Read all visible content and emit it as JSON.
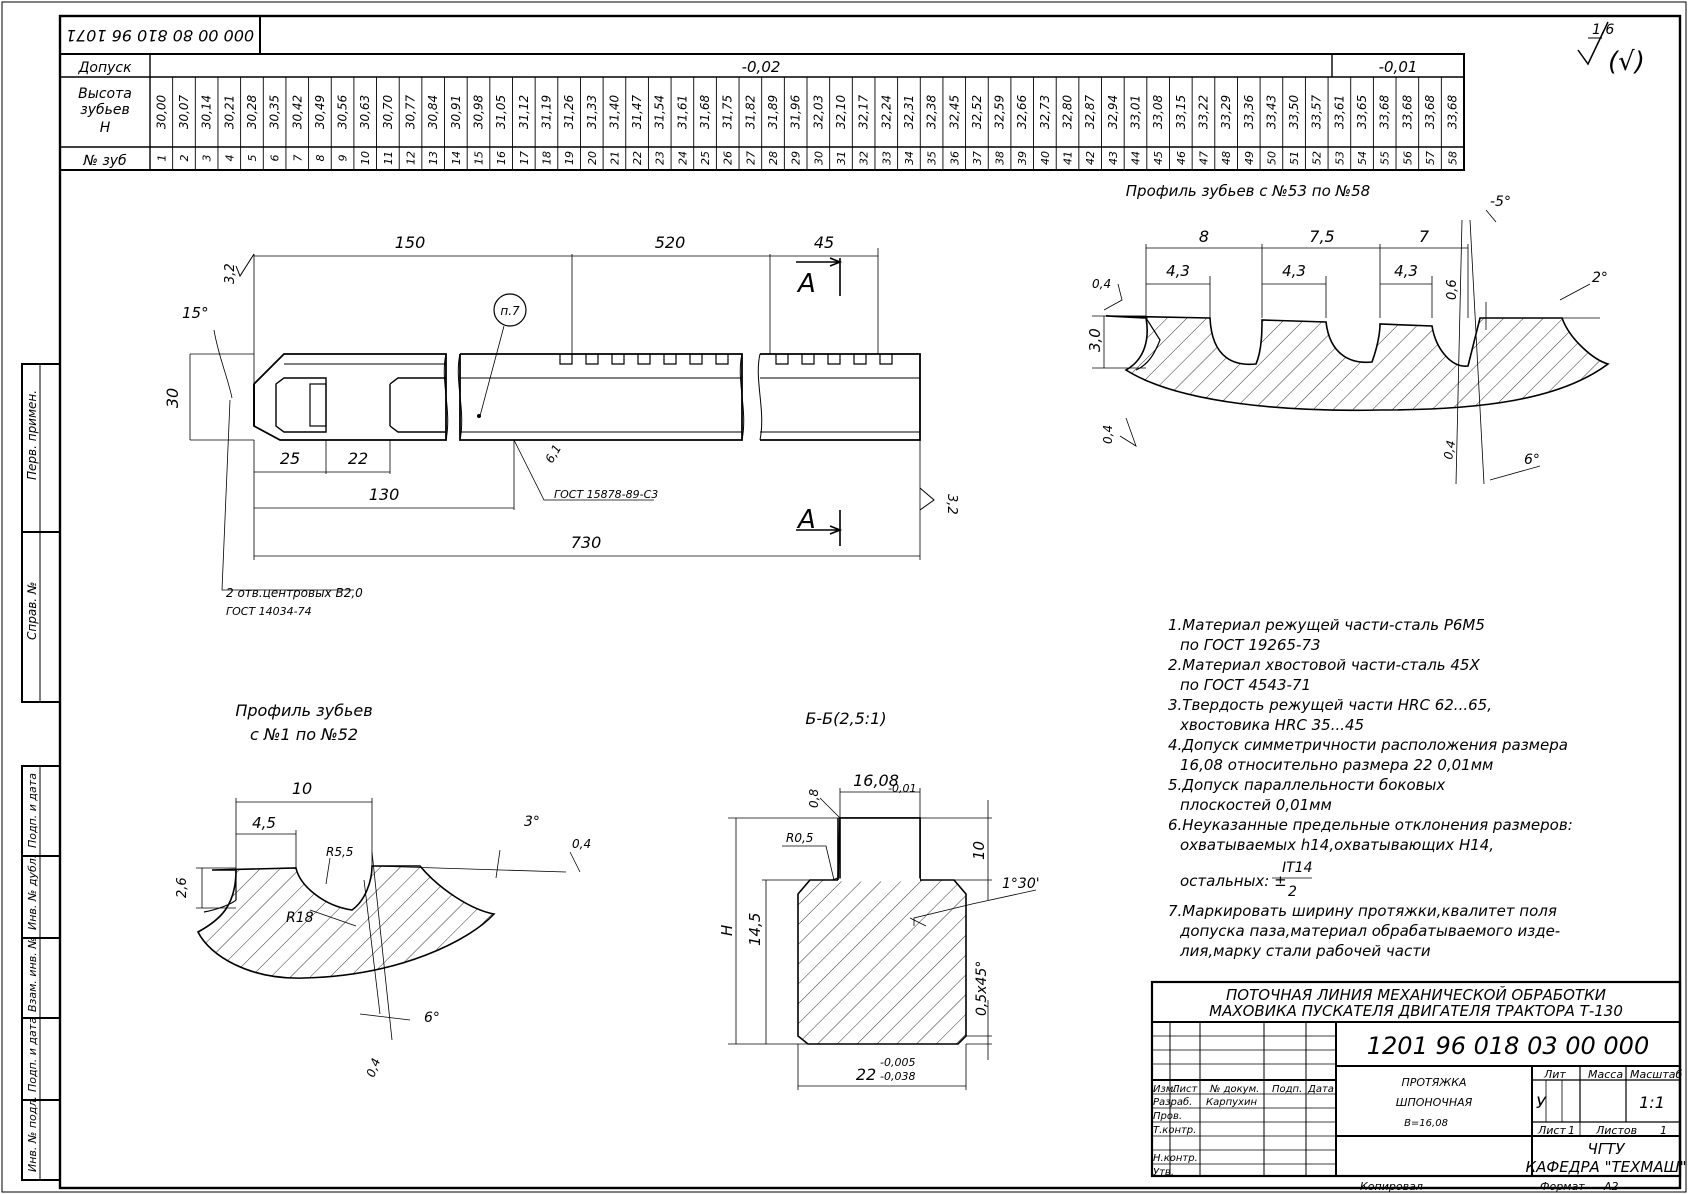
{
  "stamp_top": "000 00 80 810 96 1071",
  "roughness": {
    "value": "1,6",
    "suffix": "(√)"
  },
  "tooth_table": {
    "row_tolerance": "Допуск",
    "row_height": [
      "Высота",
      "зубьев",
      "H"
    ],
    "row_number": "№ зуб",
    "tol_left": "-0,02",
    "tol_right": "-0,01",
    "heights": [
      "30,00",
      "30,07",
      "30,14",
      "30,21",
      "30,28",
      "30,35",
      "30,42",
      "30,49",
      "30,56",
      "30,63",
      "30,70",
      "30,77",
      "30,84",
      "30,91",
      "30,98",
      "31,05",
      "31,12",
      "31,19",
      "31,26",
      "31,33",
      "31,40",
      "31,47",
      "31,54",
      "31,61",
      "31,68",
      "31,75",
      "31,82",
      "31,89",
      "31,96",
      "32,03",
      "32,10",
      "32,17",
      "32,24",
      "32,31",
      "32,38",
      "32,45",
      "32,52",
      "32,59",
      "32,66",
      "32,73",
      "32,80",
      "32,87",
      "32,94",
      "33,01",
      "33,08",
      "33,15",
      "33,22",
      "33,29",
      "33,36",
      "33,43",
      "33,50",
      "33,57",
      "33,61",
      "33,65",
      "33,68",
      "33,68",
      "33,68",
      "33,68"
    ],
    "numbers": [
      "1",
      "2",
      "3",
      "4",
      "5",
      "6",
      "7",
      "8",
      "9",
      "10",
      "11",
      "12",
      "13",
      "14",
      "15",
      "16",
      "17",
      "18",
      "19",
      "20",
      "21",
      "22",
      "23",
      "24",
      "25",
      "26",
      "27",
      "28",
      "29",
      "30",
      "31",
      "32",
      "33",
      "34",
      "35",
      "36",
      "37",
      "38",
      "39",
      "40",
      "41",
      "42",
      "43",
      "44",
      "45",
      "46",
      "47",
      "48",
      "49",
      "50",
      "51",
      "52",
      "53",
      "54",
      "55",
      "56",
      "57",
      "58"
    ]
  },
  "side_stamps": [
    "Перв. примен.",
    "Справ. №",
    "Подп. и дата",
    "Инв. № дубл.",
    "Взам. инв. №",
    "Подп. и дата",
    "Инв. № подл."
  ],
  "main_view": {
    "dims": {
      "d150": "150",
      "d520": "520",
      "d45": "45",
      "d30": "30",
      "d25": "25",
      "d22": "22",
      "d130": "130",
      "d730": "730",
      "angle15": "15°",
      "r32a": "3,2",
      "r32b": "3,2",
      "r61": "6,1"
    },
    "section_mark": "А",
    "callout": "п.7",
    "gost": "ГОСТ 15878-89-С3",
    "center_holes": "2 отв.центровых В2,0",
    "center_gost": "ГОСТ 14034-74"
  },
  "profile_53_58": {
    "title": "Профиль зубьев с №53 по №58",
    "dims": [
      "8",
      "7,5",
      "7",
      "4,3",
      "4,3",
      "4,3",
      "0,6",
      "3,0",
      "0,4",
      "0,4",
      "-5°",
      "2°",
      "6°",
      "0,4"
    ]
  },
  "profile_1_52": {
    "title_line1": "Профиль зубьев",
    "title_line2": "с №1 по №52",
    "dims": [
      "10",
      "4,5",
      "3°",
      "0,4",
      "R5,5",
      "2,6",
      "R18",
      "6°",
      "0,4"
    ]
  },
  "section_bb": {
    "title": "Б-Б(2,5:1)",
    "dims": [
      "16,08",
      "-0,01",
      "0,8",
      "R0,5",
      "10",
      "1°30'",
      "H",
      "14,5",
      "0,5x45°",
      "22",
      "-0,005",
      "-0,038"
    ]
  },
  "notes": [
    "1.Материал режущей части-сталь Р6М5",
    "по ГОСТ 19265-73",
    "2.Материал хвостовой части-сталь 45Х",
    "по ГОСТ 4543-71",
    "3.Твердость режущей части HRC 62...65,",
    "хвостовика HRC 35...45",
    "4.Допуск симметричности расположения размера",
    "16,08 относительно размера 22 0,01мм",
    "5.Допуск параллельности боковых",
    "плоскостей 0,01мм",
    "6.Неуказанные предельные отклонения размеров:",
    "охватываемых h14,охватывающих H14,",
    "остальных: ±",
    "IT14",
    "2",
    "7.Маркировать ширину протяжки,квалитет поля",
    "допуска паза,материал обрабатываемого изде-",
    "лия,марку стали рабочей части"
  ],
  "title_block": {
    "header_line1": "ПОТОЧНАЯ ЛИНИЯ МЕХАНИЧЕСКОЙ ОБРАБОТКИ",
    "header_line2": "МАХОВИКА ПУСКАТЕЛЯ ДВИГАТЕЛЯ ТРАКТОРА Т-130",
    "doc_number": "1201 96 018 03 00 000",
    "part_name_1": "ПРОТЯЖКА",
    "part_name_2": "ШПОНОЧНАЯ",
    "part_name_3": "B=16,08",
    "col_headers": [
      "Изм.",
      "Лист",
      "№ докум.",
      "Подп.",
      "Дата"
    ],
    "rows": [
      "Разраб.",
      "Пров.",
      "Т.контр.",
      "",
      "Н.контр.",
      "Утв."
    ],
    "developer": "Карпухин",
    "lit": "Лит",
    "lit_value": "У",
    "mass": "Масса",
    "scale": "Масштаб",
    "scale_value": "1:1",
    "sheet": "Лист",
    "sheet_value": "1",
    "sheets": "Листов",
    "sheets_value": "1",
    "org1": "ЧГТУ",
    "org2": "КАФЕДРА \"ТЕХМАШ\"",
    "copied": "Копировал",
    "format": "Формат",
    "format_value": "A2"
  }
}
